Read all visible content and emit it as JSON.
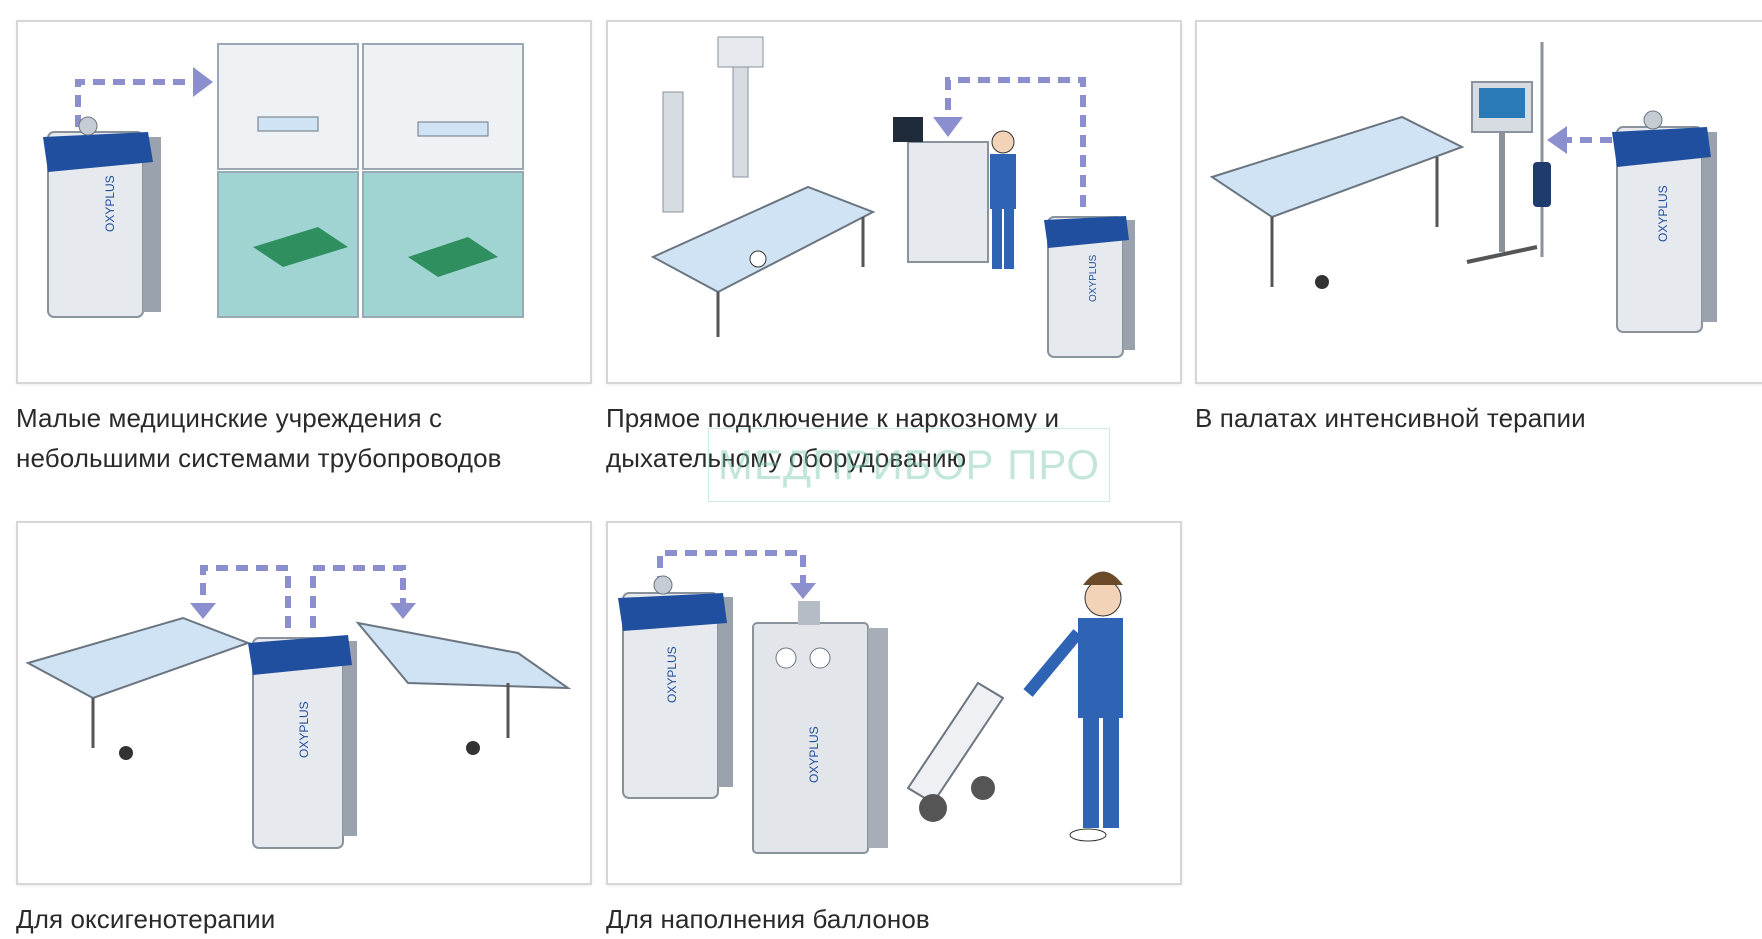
{
  "cards": [
    {
      "caption": "Малые медицинские учреждения с небольшими системами трубопроводов",
      "device_label": "OXYPLUS"
    },
    {
      "caption": "Прямое подключение к наркозному и дыхательному оборудованию",
      "device_label": "OXYPLUS"
    },
    {
      "caption": "В палатах интенсивной терапии",
      "device_label": "OXYPLUS"
    },
    {
      "caption": "Для оксигенотерапии",
      "device_label": "OXYPLUS"
    },
    {
      "caption": "Для наполнения баллонов",
      "device_label": "OXYPLUS"
    }
  ],
  "watermark": "МЕДПРИБОР ПРО",
  "colors": {
    "device_blue": "#1f4f9e",
    "device_body": "#e6e9ee",
    "arrow": "#8b8fce",
    "uniform_blue": "#2f63b4",
    "mattress": "#cfe3f4",
    "room_teal": "#7fc6c4"
  }
}
